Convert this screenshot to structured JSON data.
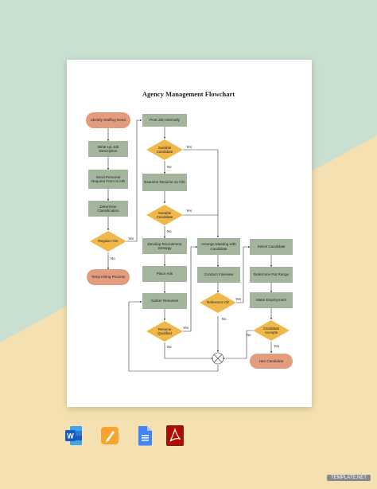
{
  "title": "Agency Management Flowchart",
  "nodes": {
    "identify": "Identify Staffing Need",
    "write_up": "Write Up Job Description",
    "send_personal": "Send Personal Request Form to HR",
    "determine_class": "Determine Classification",
    "regular_hire": "Regular Hire",
    "temp_hiring": "Temp Hiring Process",
    "post_job": "Post Job Internally",
    "suitable_1": "Suitable Candidate",
    "examine_resume": "Examine Resume on File",
    "suitable_2": "Suitable Candidate",
    "develop_strategy": "Develop Recruitment Strategy",
    "place_ads": "Place Ads",
    "gather_resumes": "Gather Resumes",
    "resume_qualified": "Resume Qualified",
    "arrange_meeting": "Arrange Meeting with Candidate",
    "conduct_interview": "Conduct Interview",
    "reference_ok": "Reference Ok",
    "select_candidate": "Select Candidate",
    "determine_pay": "Determine Pat Range",
    "make_employment": "Make Employment",
    "candidate_accepts": "Candidate Accepts",
    "hire_candidate": "Hire Candidate"
  },
  "labels": {
    "yes": "Yes",
    "no": "No"
  },
  "apps": [
    "Microsoft Word",
    "Pages",
    "Google Docs",
    "Adobe PDF"
  ],
  "watermark": "TEMPLATE.NET",
  "colors": {
    "process": "#a3b59c",
    "decision": "#f0b84a",
    "terminal": "#e49c7e",
    "bg_top": "#c9dfcf",
    "bg_bottom": "#f4e0b0"
  }
}
